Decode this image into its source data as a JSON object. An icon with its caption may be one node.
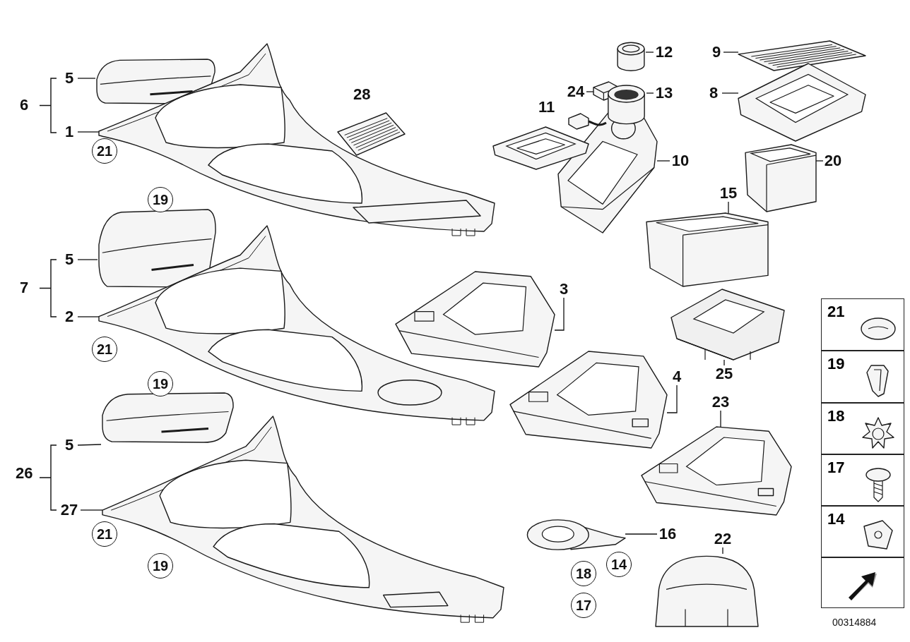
{
  "diagram": {
    "nodes": [
      {
        "text": [
          "5"
        ]
      },
      {
        "text": [
          "1"
        ]
      },
      {
        "text": [],
        "shape": "picture"
      },
      {
        "text": [],
        "shape": "picture"
      },
      {
        "text": [
          "5"
        ]
      },
      {
        "text": [
          "2"
        ]
      },
      {
        "text": [],
        "shape": "picture"
      },
      {
        "text": [],
        "shape": "picture"
      },
      {
        "text": [
          "5"
        ]
      },
      {
        "text": [
          "27"
        ]
      },
      {
        "text": [],
        "shape": "picture"
      },
      {
        "text": [],
        "shape": "picture"
      },
      {
        "text": [
          "21"
        ]
      },
      {
        "text": [
          "19"
        ]
      },
      {
        "text": [
          "21"
        ]
      },
      {
        "text": [
          "19"
        ]
      },
      {
        "text": [
          "21"
        ]
      },
      {
        "text": [
          "19"
        ]
      },
      {
        "text": [],
        "shape": "picture"
      },
      {
        "text": [],
        "shape": "picture"
      },
      {
        "text": [
          "24"
        ]
      },
      {
        "text": [],
        "shape": "picture"
      },
      {
        "text": [
          "12"
        ]
      },
      {
        "text": [],
        "shape": "cylinder"
      },
      {
        "text": [
          "13"
        ]
      },
      {
        "text": [],
        "shape": "cylinder"
      },
      {
        "text": [
          "9"
        ]
      },
      {
        "text": [],
        "shape": "picture"
      },
      {
        "text": [
          "8"
        ]
      },
      {
        "text": [],
        "shape": "picture"
      },
      {
        "text": [
          "10"
        ]
      },
      {
        "text": [],
        "shape": "picture"
      },
      {
        "text": [
          "20"
        ]
      },
      {
        "text": [],
        "shape": "picture"
      },
      {
        "text": [
          "15"
        ]
      },
      {
        "text": [],
        "shape": "picture"
      },
      {
        "text": [
          "3"
        ]
      },
      {
        "text": [],
        "shape": "picture"
      },
      {
        "text": [
          "25"
        ]
      },
      {
        "text": [],
        "shape": "picture"
      },
      {
        "text": [
          "4"
        ]
      },
      {
        "text": [],
        "shape": "picture"
      },
      {
        "text": [
          "23"
        ]
      },
      {
        "text": [],
        "shape": "picture"
      },
      {
        "text": [
          "16"
        ]
      },
      {
        "text": [],
        "shape": "picture"
      },
      {
        "text": [
          "14"
        ]
      },
      {
        "text": [
          "18"
        ]
      },
      {
        "text": [
          "17"
        ]
      },
      {
        "text": [
          "22"
        ]
      },
      {
        "text": [],
        "shape": "picture"
      },
      {
        "text": [
          "21"
        ]
      },
      {
        "text": [
          "19"
        ]
      },
      {
        "text": [
          "18"
        ]
      },
      {
        "text": [
          "17"
        ]
      },
      {
        "text": [
          "14"
        ]
      },
      {
        "text": [],
        "shape": "box"
      }
    ],
    "edges": [
      {
        "from": 0,
        "to": 2,
        "arrow": "none"
      },
      {
        "from": 1,
        "to": 3,
        "arrow": "none"
      },
      {
        "from": 4,
        "to": 6,
        "arrow": "none"
      },
      {
        "from": 5,
        "to": 7,
        "arrow": "none"
      },
      {
        "from": 8,
        "to": 10,
        "arrow": "none"
      },
      {
        "from": 9,
        "to": 11,
        "arrow": "none"
      },
      {
        "from": 20,
        "to": 21,
        "arrow": "none"
      },
      {
        "from": 22,
        "to": 23,
        "arrow": "none"
      },
      {
        "from": 24,
        "to": 25,
        "arrow": "none"
      },
      {
        "from": 26,
        "to": 27,
        "arrow": "none"
      },
      {
        "from": 28,
        "to": 29,
        "arrow": "none"
      },
      {
        "from": 30,
        "to": 31,
        "arrow": "none"
      },
      {
        "from": 32,
        "to": 33,
        "arrow": "none"
      },
      {
        "from": 34,
        "to": 35,
        "arrow": "none"
      },
      {
        "from": 36,
        "to": 37,
        "arrow": "none"
      },
      {
        "from": 38,
        "to": 39,
        "arrow": "none"
      },
      {
        "from": 40,
        "to": 41,
        "arrow": "none"
      },
      {
        "from": 42,
        "to": 43,
        "arrow": "none"
      },
      {
        "from": 44,
        "to": 45,
        "arrow": "none"
      },
      {
        "from": 49,
        "to": 50,
        "arrow": "none"
      }
    ],
    "labels": [
      "6",
      "28",
      "11",
      "7",
      "26",
      "00314884"
    ]
  }
}
